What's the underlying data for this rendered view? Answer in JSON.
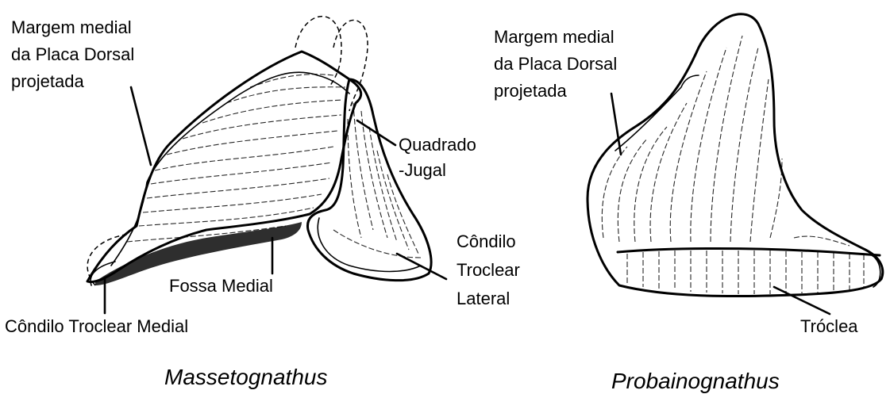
{
  "left_figure": {
    "caption": "Massetognathus",
    "labels": {
      "medial_margin": [
        "Margem medial",
        "da Placa Dorsal",
        "projetada"
      ],
      "quadrate_jugal": [
        "Quadrado",
        "-Jugal"
      ],
      "lateral_condyle": [
        "Côndilo",
        "Troclear",
        "Lateral"
      ],
      "medial_fossa": "Fossa Medial",
      "medial_condyle": "Côndilo Troclear Medial"
    }
  },
  "right_figure": {
    "caption": "Probainognathus",
    "labels": {
      "medial_margin": [
        "Margem medial",
        "da Placa Dorsal",
        "projetada"
      ],
      "trochlea": "Tróclea"
    }
  }
}
